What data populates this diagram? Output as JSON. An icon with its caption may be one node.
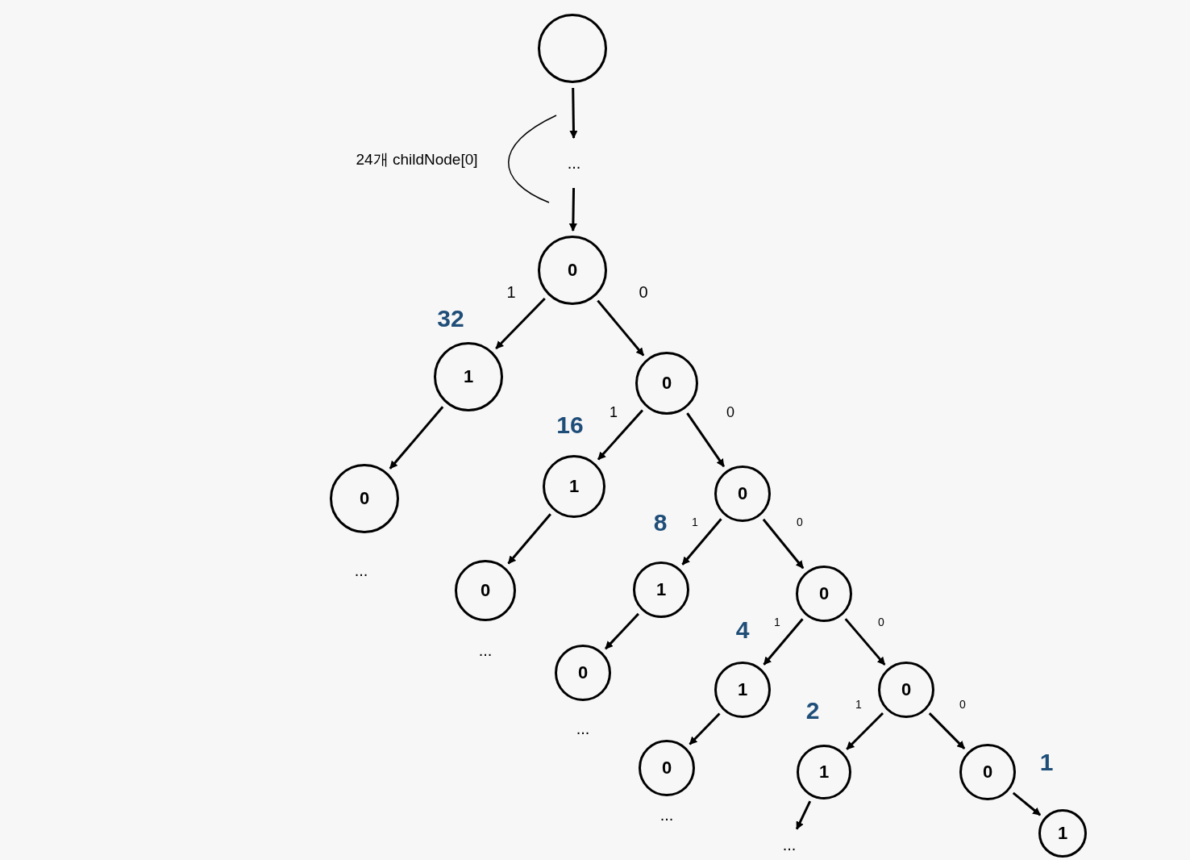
{
  "diagram": {
    "nodes": [
      {
        "text": [],
        "shape": "circle"
      },
      {
        "text": [
          "..."
        ]
      },
      {
        "text": [
          "0"
        ]
      },
      {
        "text": [
          "1"
        ],
        "beside": [
          "32"
        ]
      },
      {
        "text": [
          "0"
        ]
      },
      {
        "text": [
          "0"
        ],
        "beside": [
          "..."
        ]
      },
      {
        "text": [
          "1"
        ],
        "beside": [
          "16"
        ]
      },
      {
        "text": [
          "0"
        ]
      },
      {
        "text": [
          "0"
        ],
        "beside": [
          "..."
        ]
      },
      {
        "text": [
          "1"
        ],
        "beside": [
          "8"
        ]
      },
      {
        "text": [
          "0"
        ]
      },
      {
        "text": [
          "0"
        ],
        "beside": [
          "..."
        ]
      },
      {
        "text": [
          "1"
        ],
        "beside": [
          "4"
        ]
      },
      {
        "text": [
          "0"
        ]
      },
      {
        "text": [
          "0"
        ],
        "beside": [
          "..."
        ]
      },
      {
        "text": [
          "1"
        ],
        "beside": [
          "2"
        ]
      },
      {
        "text": [
          "0"
        ]
      },
      {
        "text": [
          "1"
        ],
        "beside": [
          "1"
        ]
      },
      {
        "text": [
          "..."
        ]
      }
    ],
    "edges": [
      {
        "from": 0,
        "to": 1,
        "arrow": "to"
      },
      {
        "from": 1,
        "to": 2,
        "arrow": "to"
      },
      {
        "from": 2,
        "to": 3,
        "arrow": "to",
        "label": "1"
      },
      {
        "from": 2,
        "to": 4,
        "arrow": "to",
        "label": "0"
      },
      {
        "from": 3,
        "to": 5,
        "arrow": "to"
      },
      {
        "from": 4,
        "to": 6,
        "arrow": "to",
        "label": "1"
      },
      {
        "from": 4,
        "to": 7,
        "arrow": "to",
        "label": "0"
      },
      {
        "from": 6,
        "to": 8,
        "arrow": "to"
      },
      {
        "from": 7,
        "to": 9,
        "arrow": "to",
        "label": "1"
      },
      {
        "from": 7,
        "to": 10,
        "arrow": "to",
        "label": "0"
      },
      {
        "from": 9,
        "to": 11,
        "arrow": "to"
      },
      {
        "from": 10,
        "to": 12,
        "arrow": "to",
        "label": "1"
      },
      {
        "from": 10,
        "to": 13,
        "arrow": "to",
        "label": "0"
      },
      {
        "from": 12,
        "to": 14,
        "arrow": "to"
      },
      {
        "from": 13,
        "to": 15,
        "arrow": "to",
        "label": "1"
      },
      {
        "from": 13,
        "to": 16,
        "arrow": "to",
        "label": "0"
      },
      {
        "from": 15,
        "to": 18,
        "arrow": "to"
      },
      {
        "from": 16,
        "to": 17,
        "arrow": "to"
      }
    ],
    "labels": [
      "24개 childNode[0]"
    ]
  }
}
